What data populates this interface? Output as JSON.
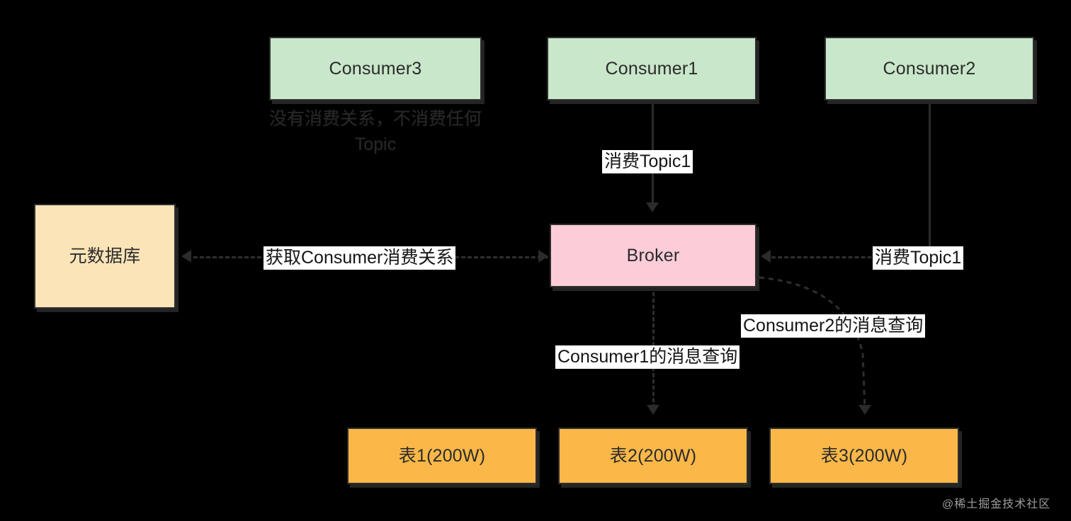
{
  "diagram": {
    "background_color": "#000000",
    "nodes": [
      {
        "id": "consumer3",
        "label": "Consumer3",
        "color": "#c9e7ca"
      },
      {
        "id": "consumer1",
        "label": "Consumer1",
        "color": "#c9e7ca"
      },
      {
        "id": "consumer2",
        "label": "Consumer2",
        "color": "#c9e7ca"
      },
      {
        "id": "metadata_db",
        "label": "元数据库",
        "color": "#fce4b9"
      },
      {
        "id": "broker",
        "label": "Broker",
        "color": "#fccdd8"
      },
      {
        "id": "table1",
        "label": "表1(200W)",
        "color": "#fbb849"
      },
      {
        "id": "table2",
        "label": "表2(200W)",
        "color": "#fbb849"
      },
      {
        "id": "table3",
        "label": "表3(200W)",
        "color": "#fbb849"
      }
    ],
    "edge_labels": {
      "consumer1_to_broker": "消费Topic1",
      "consumer2_to_broker": "消费Topic1",
      "broker_to_metadata": "获取Consumer消费关系",
      "broker_to_table2": "Consumer1的消息查询",
      "broker_to_table3": "Consumer2的消息查询"
    },
    "obscured_note": {
      "line1": "没有消费关系，不消费任何",
      "line2": "Topic"
    },
    "watermark": "@稀土掘金技术社区"
  }
}
